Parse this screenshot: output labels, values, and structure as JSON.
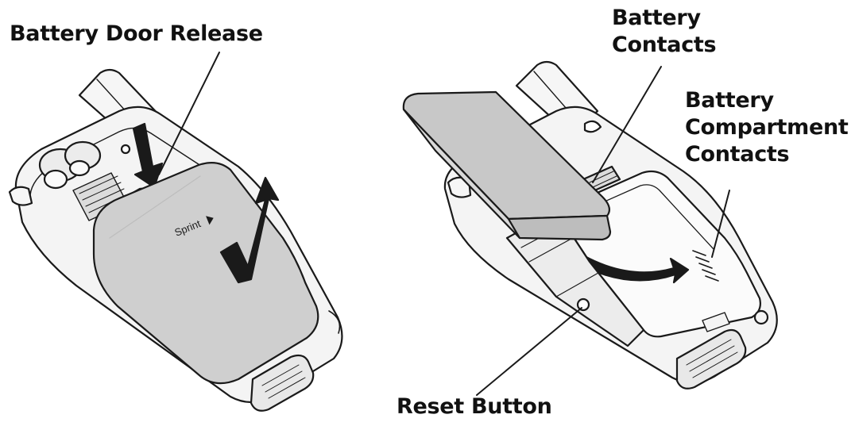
{
  "labels": {
    "battery_door_release": "Battery Door Release",
    "battery_contacts": [
      "Battery",
      "Contacts"
    ],
    "battery_compartment_contacts": [
      "Battery",
      "Compartment",
      "Contacts"
    ],
    "reset_button": "Reset Button"
  },
  "device_logo": "Sprint",
  "colors": {
    "outline": "#1a1a1a",
    "device_fill": "#f4f4f4",
    "battery_fill": "#cfcfcf",
    "background": "#ffffff"
  }
}
